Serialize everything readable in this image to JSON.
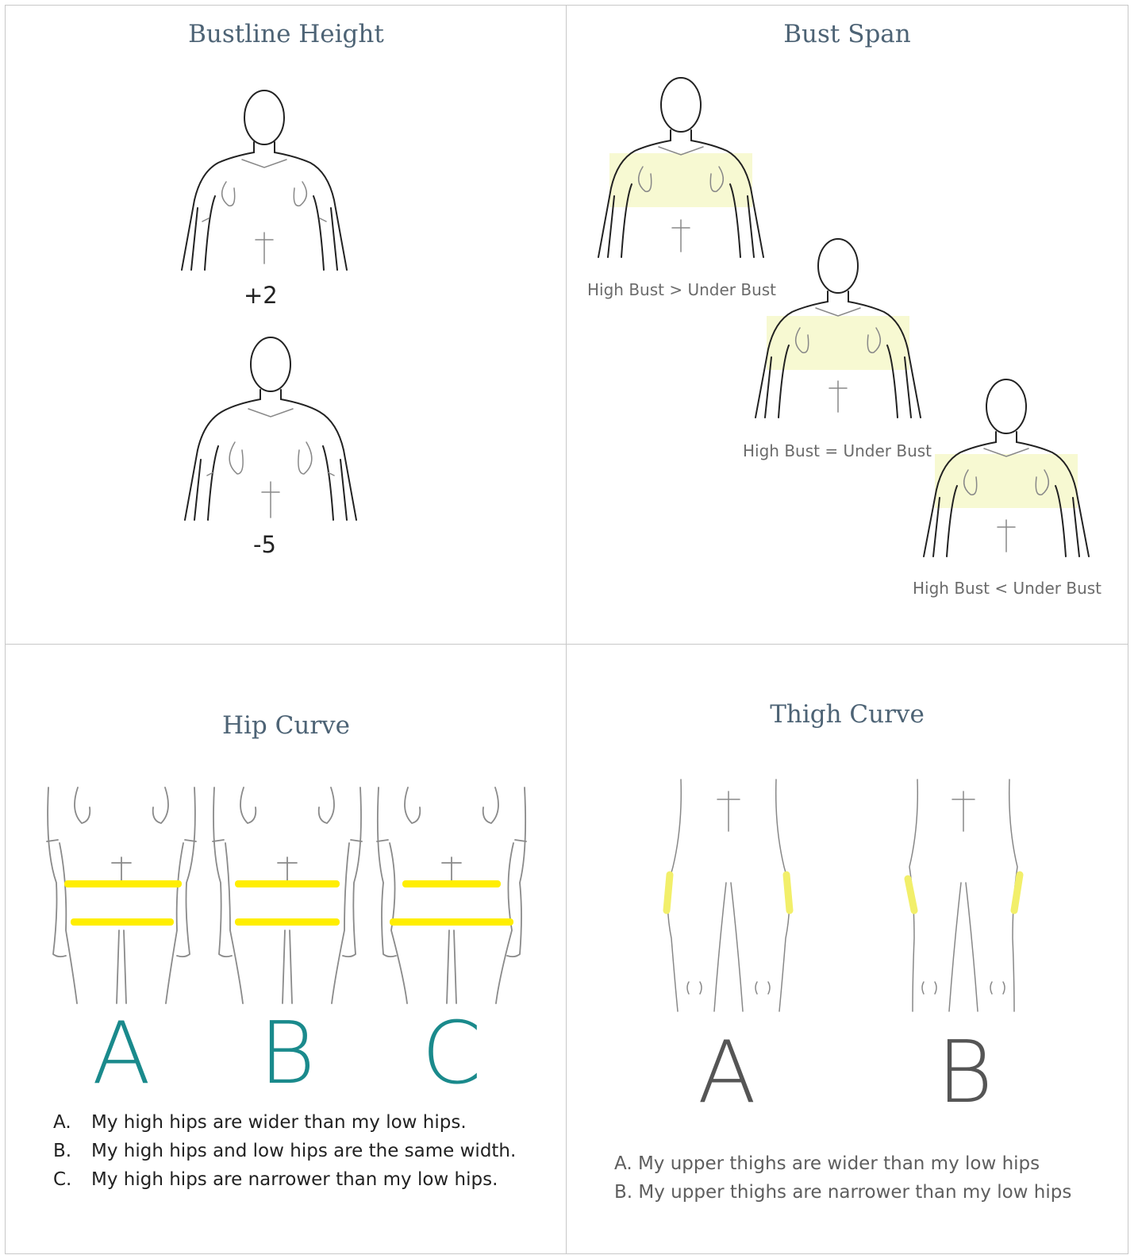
{
  "bustline_height": {
    "title": "Bustline Height",
    "labels": [
      "+2",
      "-5"
    ]
  },
  "bust_span": {
    "title": "Bust Span",
    "labels": [
      "High Bust > Under Bust",
      "High Bust = Under Bust",
      "High Bust < Under Bust"
    ],
    "highlight_color": "#f7f9d2"
  },
  "hip_curve": {
    "title": "Hip Curve",
    "letters": [
      "A",
      "B",
      "C"
    ],
    "highlight_color": "#ffee00",
    "items": [
      {
        "letter": "A.",
        "text": "My high hips are wider than my low hips."
      },
      {
        "letter": "B.",
        "text": "My high hips and low hips are the same width."
      },
      {
        "letter": "C.",
        "text": "My high hips are narrower than my low hips."
      }
    ]
  },
  "thigh_curve": {
    "title": "Thigh Curve",
    "letters": [
      "A",
      "B"
    ],
    "highlight_color": "#f2ef6a",
    "items": [
      "A. My upper thighs are wider than my low hips",
      "B. My upper thighs are narrower than my low hips"
    ]
  },
  "colors": {
    "title": "#4d6375",
    "accent_teal": "#1a8a8c",
    "border": "#c8c8c8"
  }
}
